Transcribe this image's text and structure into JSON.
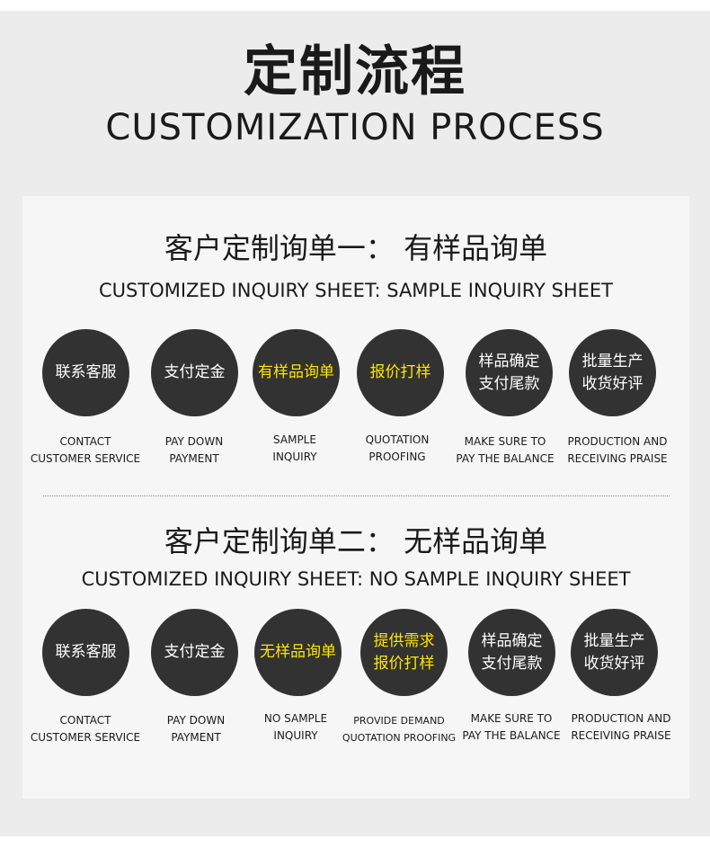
{
  "header": {
    "title": "定制流程",
    "subtitle": "CUSTOMIZATION PROCESS"
  },
  "sections": [
    {
      "title": "客户定制询单一：  有样品询单",
      "subtitle": "CUSTOMIZED INQUIRY SHEET: SAMPLE INQUIRY SHEET",
      "steps": [
        {
          "text": "联系客服",
          "label": "CONTACT\nCUSTOMER SERVICE",
          "highlight": false
        },
        {
          "text": "支付定金",
          "label": "PAY DOWN\nPAYMENT",
          "highlight": false
        },
        {
          "text": "有样品询单",
          "label": "SAMPLE\nINQUIRY",
          "highlight": true
        },
        {
          "text": "报价打样",
          "label": "QUOTATION\nPROOFING",
          "highlight": true
        },
        {
          "text": "样品确定\n支付尾款",
          "label": "MAKE SURE TO\nPAY THE BALANCE",
          "highlight": false
        },
        {
          "text": "批量生产\n收货好评",
          "label": "PRODUCTION AND\nRECEIVING PRAISE",
          "highlight": false
        }
      ]
    },
    {
      "title": "客户定制询单二：  无样品询单",
      "subtitle": "CUSTOMIZED INQUIRY SHEET: NO SAMPLE INQUIRY SHEET",
      "steps": [
        {
          "text": "联系客服",
          "label": "CONTACT\nCUSTOMER SERVICE",
          "highlight": false
        },
        {
          "text": "支付定金",
          "label": "PAY DOWN\nPAYMENT",
          "highlight": false
        },
        {
          "text": "无样品询单",
          "label": "NO SAMPLE\nINQUIRY",
          "highlight": true
        },
        {
          "text": "提供需求\n报价打样",
          "label": "PROVIDE DEMAND\nQUOTATION PROOFING",
          "highlight": true
        },
        {
          "text": "样品确定\n支付尾款",
          "label": "MAKE SURE TO\nPAY THE BALANCE",
          "highlight": false
        },
        {
          "text": "批量生产\n收货好评",
          "label": "PRODUCTION AND\nRECEIVING PRAISE",
          "highlight": false
        }
      ]
    }
  ],
  "colors": {
    "circle": "#323232",
    "highlight_text": "#ffe500",
    "normal_text": "#ffffff",
    "band": "#ececec",
    "panel": "#f6f6f6"
  }
}
